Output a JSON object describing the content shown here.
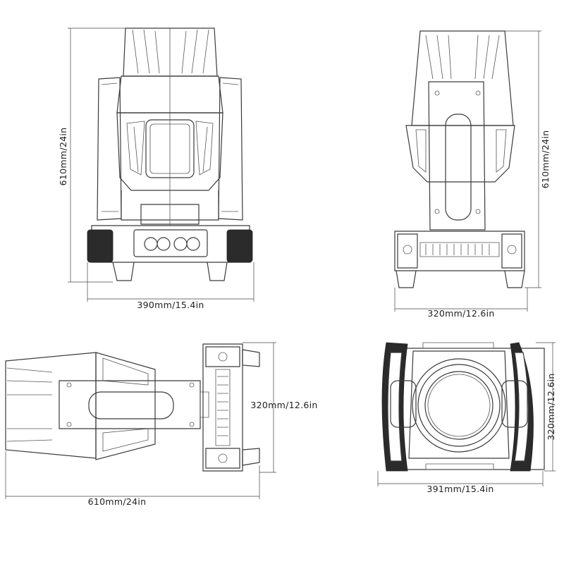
{
  "views": {
    "front": {
      "height_label": "610mm/24in",
      "width_label": "390mm/15.4in"
    },
    "side": {
      "height_label": "610mm/24in",
      "width_label": "320mm/12.6in"
    },
    "top": {
      "length_label": "610mm/24in",
      "depth_label": "320mm/12.6in"
    },
    "bottom": {
      "width_label": "391mm/15.4in",
      "depth_label": "320mm/12.6in"
    }
  }
}
